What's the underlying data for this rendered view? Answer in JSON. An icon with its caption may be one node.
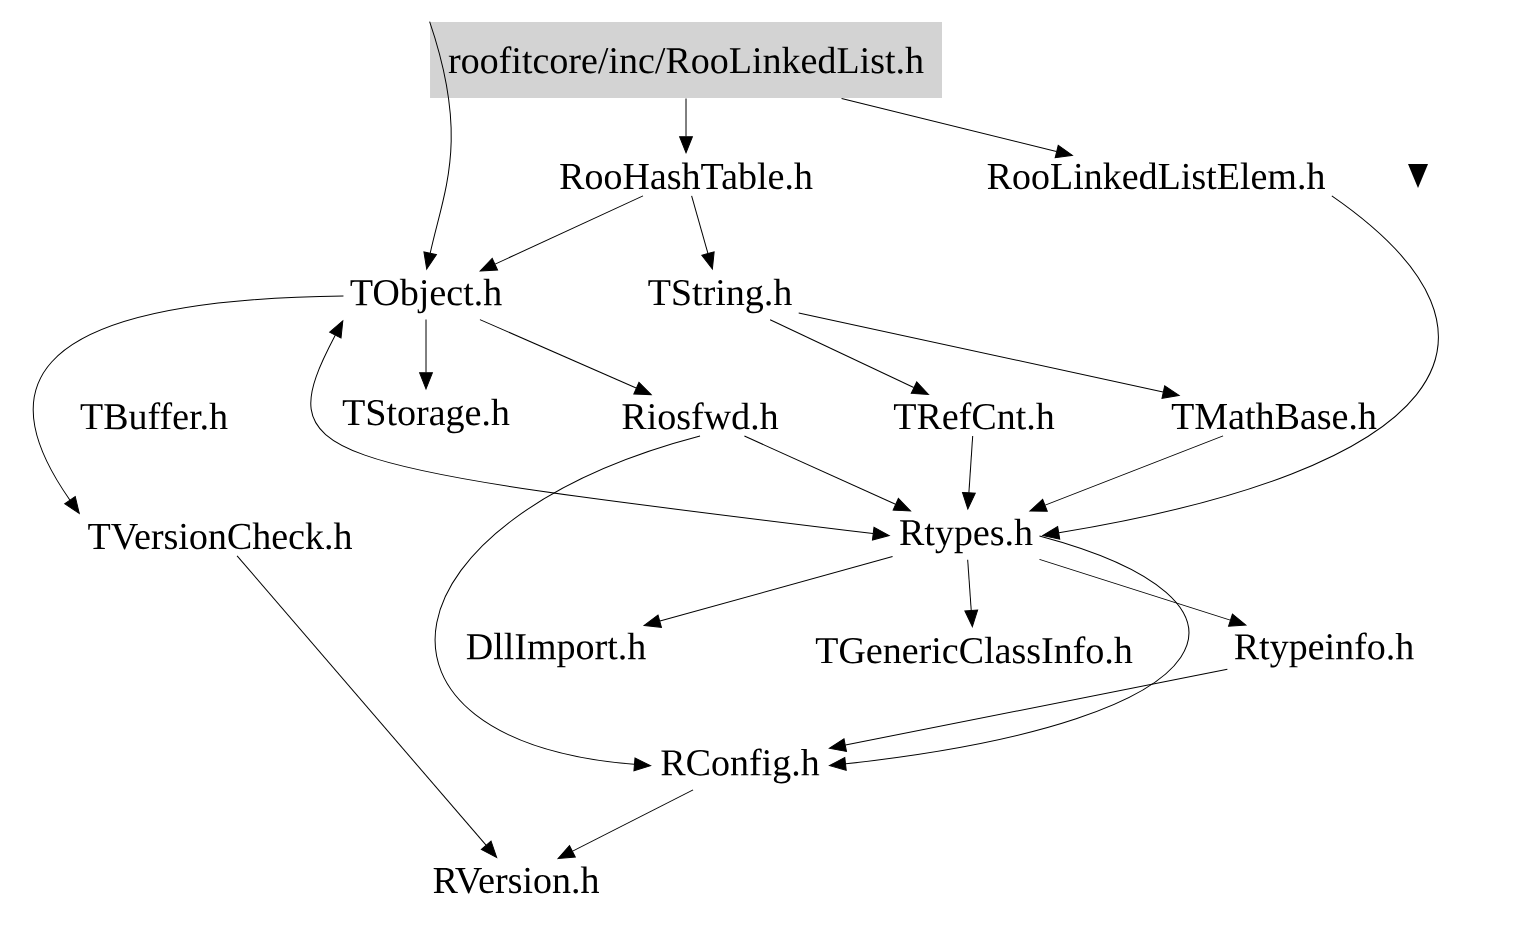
{
  "diagram": {
    "nodes": [
      {
        "text": [
          "roofitcore/inc/RooLinkedList.h"
        ]
      },
      {
        "text": [
          "RooHashTable.h"
        ]
      },
      {
        "text": [
          "RooLinkedListElem.h"
        ]
      },
      {
        "text": [
          "TObject.h"
        ]
      },
      {
        "text": [
          "TString.h"
        ]
      },
      {
        "text": [
          "TBuffer.h"
        ]
      },
      {
        "text": [
          "TStorage.h"
        ]
      },
      {
        "text": [
          "Riosfwd.h"
        ]
      },
      {
        "text": [
          "TRefCnt.h"
        ]
      },
      {
        "text": [
          "TMathBase.h"
        ]
      },
      {
        "text": [
          "TVersionCheck.h"
        ]
      },
      {
        "text": [
          "Rtypes.h"
        ]
      },
      {
        "text": [
          "DllImport.h"
        ]
      },
      {
        "text": [
          "TGenericClassInfo.h"
        ]
      },
      {
        "text": [
          "Rtypeinfo.h"
        ]
      },
      {
        "text": [
          "RConfig.h"
        ]
      },
      {
        "text": [
          "RVersion.h"
        ]
      }
    ],
    "edges": [
      {
        "from": 0,
        "to": 3,
        "arrow": "to"
      },
      {
        "from": 0,
        "to": 1,
        "arrow": "to"
      },
      {
        "from": 0,
        "to": 2,
        "arrow": "to"
      },
      {
        "from": 1,
        "to": 3,
        "arrow": "to"
      },
      {
        "from": 1,
        "to": 4,
        "arrow": "to"
      },
      {
        "from": 3,
        "to": 10,
        "arrow": "to"
      },
      {
        "from": 3,
        "to": 6,
        "arrow": "to"
      },
      {
        "from": 3,
        "to": 7,
        "arrow": "to"
      },
      {
        "from": 3,
        "to": 11,
        "arrow": "both"
      },
      {
        "from": 4,
        "to": 8,
        "arrow": "to"
      },
      {
        "from": 4,
        "to": 9,
        "arrow": "to"
      },
      {
        "from": 7,
        "to": 11,
        "arrow": "to"
      },
      {
        "from": 7,
        "to": 15,
        "arrow": "to"
      },
      {
        "from": 8,
        "to": 11,
        "arrow": "to"
      },
      {
        "from": 9,
        "to": 11,
        "arrow": "to"
      },
      {
        "from": 2,
        "to": 11,
        "arrow": "to"
      },
      {
        "from": 11,
        "to": 12,
        "arrow": "to"
      },
      {
        "from": 11,
        "to": 13,
        "arrow": "to"
      },
      {
        "from": 11,
        "to": 14,
        "arrow": "to"
      },
      {
        "from": 11,
        "to": 15,
        "arrow": "to"
      },
      {
        "from": 14,
        "to": 15,
        "arrow": "to"
      },
      {
        "from": 15,
        "to": 16,
        "arrow": "to"
      },
      {
        "from": 10,
        "to": 16,
        "arrow": "to"
      }
    ]
  }
}
